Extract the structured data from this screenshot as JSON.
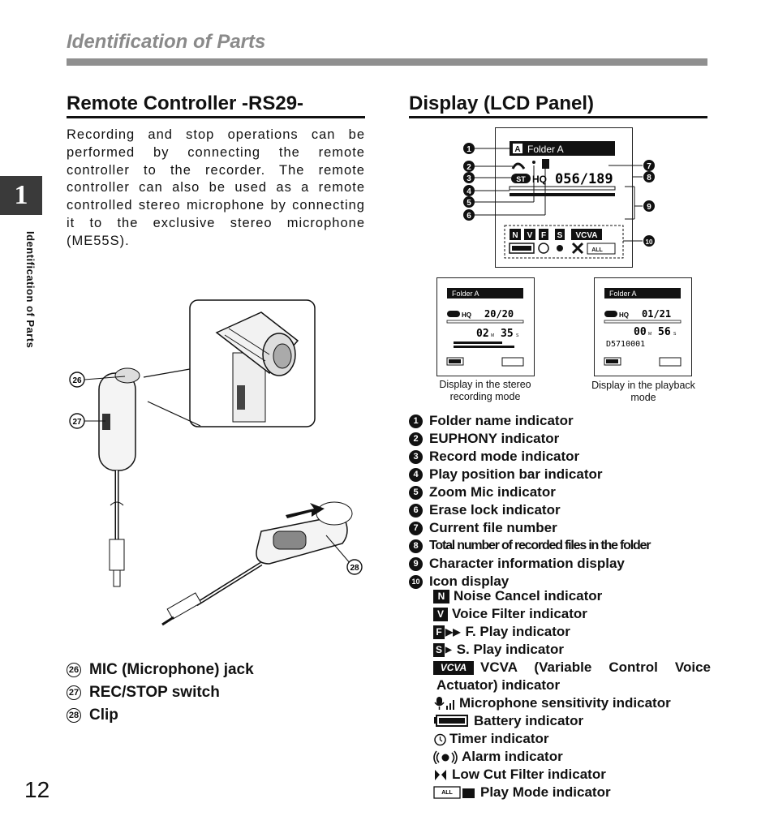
{
  "header": {
    "title": "Identification of Parts"
  },
  "side_tab": {
    "chapter": "1",
    "label": "Identification of Parts"
  },
  "page_number": "12",
  "left": {
    "title": "Remote Controller -RS29-",
    "paragraph": "Recording and stop operations can be performed by connecting the remote controller to the recorder. The remote controller can also be used as a remote controlled stereo microphone by connecting it to the exclusive stereo microphone (ME55S).",
    "callouts": [
      "26",
      "27",
      "28"
    ],
    "parts": [
      {
        "num": "26",
        "label": "MIC (Microphone) jack"
      },
      {
        "num": "27",
        "label": "REC/STOP switch"
      },
      {
        "num": "28",
        "label": "Clip"
      }
    ]
  },
  "right": {
    "title": "Display (LCD Panel)",
    "lcd_main": {
      "folder": "Folder A",
      "mode": "HQ",
      "files": "056/189",
      "callouts": [
        "1",
        "2",
        "3",
        "4",
        "5",
        "6",
        "7",
        "8",
        "9",
        "10"
      ],
      "icons_row1": [
        "N",
        "V",
        "F",
        "S",
        "VCVA"
      ],
      "icons_row2": [
        "battery",
        "timer",
        "alarm",
        "lowcut",
        "ALL"
      ]
    },
    "lcd_stereo": {
      "folder": "Folder A",
      "mode": "HQ",
      "files": "20/20",
      "time_min": "02",
      "time_m_unit": "M",
      "time_sec": "35",
      "time_s_unit": "S",
      "caption": "Display in the stereo recording mode"
    },
    "lcd_play": {
      "folder": "Folder A",
      "mode": "HQ",
      "files": "01/21",
      "time_min": "00",
      "time_m_unit": "M",
      "time_sec": "56",
      "time_s_unit": "S",
      "file_name": "D5710001",
      "caption": "Display in the playback mode"
    },
    "indicators": [
      {
        "num": "1",
        "label": "Folder name indicator"
      },
      {
        "num": "2",
        "label": "EUPHONY indicator"
      },
      {
        "num": "3",
        "label": "Record mode indicator"
      },
      {
        "num": "4",
        "label": "Play position bar indicator"
      },
      {
        "num": "5",
        "label": "Zoom Mic indicator"
      },
      {
        "num": "6",
        "label": "Erase lock indicator"
      },
      {
        "num": "7",
        "label": "Current file number"
      },
      {
        "num": "8",
        "label": "Total number of recorded files in the folder"
      },
      {
        "num": "9",
        "label": "Character information display"
      },
      {
        "num": "10",
        "label": "Icon display"
      }
    ],
    "icon_list": [
      {
        "icon": "N",
        "label": "Noise Cancel indicator"
      },
      {
        "icon": "V",
        "label": "Voice Filter indicator"
      },
      {
        "icon": "F",
        "label": "F. Play indicator"
      },
      {
        "icon": "S",
        "label": "S. Play  indicator"
      },
      {
        "icon": "VCVA",
        "label": "VCVA (Variable Control Voice"
      },
      {
        "icon": "",
        "label": "Actuator) indicator"
      },
      {
        "icon": "mic",
        "label": "Microphone sensitivity indicator"
      },
      {
        "icon": "battery",
        "label": "Battery indicator"
      },
      {
        "icon": "timer",
        "label": "Timer indicator"
      },
      {
        "icon": "alarm",
        "label": "Alarm indicator"
      },
      {
        "icon": "lowcut",
        "label": "Low Cut Filter indicator"
      },
      {
        "icon": "ALL",
        "label": "Play Mode indicator"
      }
    ]
  }
}
